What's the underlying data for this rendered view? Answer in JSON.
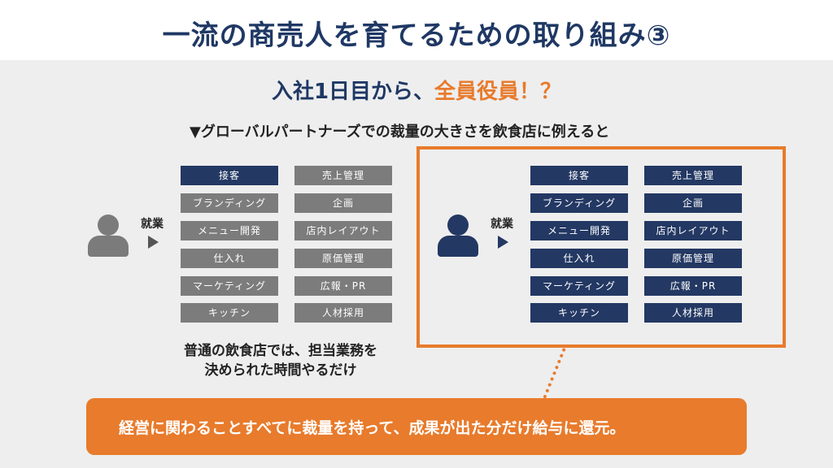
{
  "title": "一流の商売人を育てるための取り組み③",
  "subtitle": {
    "main": "入社1日目から、",
    "accent": "全員役員！？"
  },
  "description": "▼グローバルパートナーズでの裁量の大きさを飲食店に例えると",
  "left": {
    "job_label": "就業",
    "col1": [
      "接客",
      "ブランディング",
      "メニュー開発",
      "仕入れ",
      "マーケティング",
      "キッチン"
    ],
    "col2": [
      "売上管理",
      "企画",
      "店内レイアウト",
      "原価管理",
      "広報・PR",
      "人材採用"
    ],
    "caption": [
      "普通の飲食店では、担当業務を",
      "決められた時間やるだけ"
    ]
  },
  "right": {
    "job_label": "就業",
    "col1": [
      "接客",
      "ブランディング",
      "メニュー開発",
      "仕入れ",
      "マーケティング",
      "キッチン"
    ],
    "col2": [
      "売上管理",
      "企画",
      "店内レイアウト",
      "原価管理",
      "広報・PR",
      "人材採用"
    ]
  },
  "banner": "経営に関わることすべてに裁量を持って、成果が出た分だけ給与に還元。",
  "colors": {
    "navy": "#233863",
    "gray": "#7c7c7c",
    "orange": "#e87b2c",
    "title": "#1f3864"
  },
  "icons": {
    "person": "person-icon",
    "arrow": "triangle-right-icon"
  }
}
